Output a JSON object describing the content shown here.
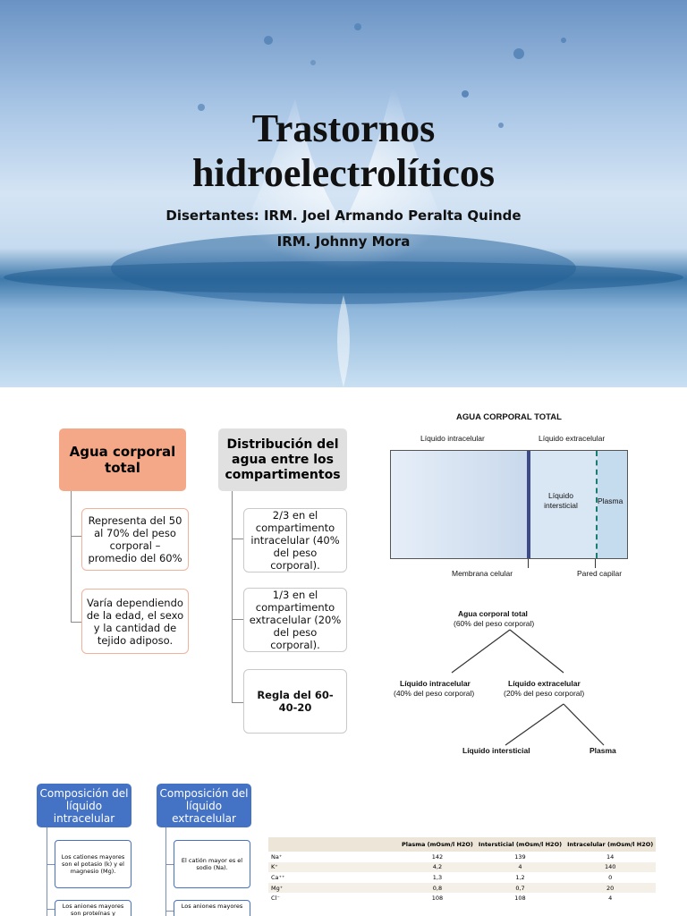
{
  "slide1": {
    "title_line1": "Trastornos",
    "title_line2": "hidroelectrolíticos",
    "presenters_line1": "Disertantes: IRM. Joel Armando Peralta Quinde",
    "presenters_line2": "IRM. Johnny Mora"
  },
  "slide2": {
    "col1": {
      "header": "Agua corporal total",
      "cards": [
        "Representa del 50 al 70% del peso corporal – promedio del 60%",
        "Varía dependiendo de la edad, el sexo y la cantidad de tejido adiposo."
      ]
    },
    "col2": {
      "header": "Distribución del agua entre los compartimentos",
      "cards": [
        "2/3 en el compartimento intracelular (40% del peso corporal).",
        "1/3 en el compartimento extracelular (20% del peso corporal).",
        "Regla del 60-40-20"
      ]
    },
    "diagram": {
      "title": "AGUA CORPORAL TOTAL",
      "label_intra": "Líquido intracelular",
      "label_extra": "Líquido extracelular",
      "label_interstitial": "Líquido intersticial",
      "label_plasma": "Plasma",
      "label_membrane": "Membrana celular",
      "label_capillary": "Pared capilar"
    },
    "tree": {
      "root": "Agua corporal total",
      "root_sub": "(60% del peso corporal)",
      "left": "Líquido intracelular",
      "left_sub": "(40% del peso corporal)",
      "right": "Líquido extracelular",
      "right_sub": "(20% del peso corporal)",
      "leaf1": "Líquido intersticial",
      "leaf2": "Plasma"
    }
  },
  "slide3": {
    "col1": {
      "header": "Composición del líquido intracelular",
      "cards": [
        "Los cationes mayores son el potasio (k) y el magnesio (Mg).",
        "Los aniones mayores son proteínas y"
      ]
    },
    "col2": {
      "header": "Composición del líquido extracelular",
      "cards": [
        "El catión mayor es el sodio (Na).",
        "Los aniones mayores"
      ]
    },
    "table": {
      "headers": [
        "",
        "Plasma (mOsm/l H2O)",
        "Intersticial (mOsm/l H2O)",
        "Intracelular (mOsm/l H2O)"
      ],
      "rows": [
        [
          "Na⁺",
          "142",
          "139",
          "14"
        ],
        [
          "K⁺",
          "4,2",
          "4",
          "140"
        ],
        [
          "Ca⁺⁺",
          "1,3",
          "1,2",
          "0"
        ],
        [
          "Mg⁺",
          "0,8",
          "0,7",
          "20"
        ],
        [
          "Cl⁻",
          "108",
          "108",
          "4"
        ]
      ]
    }
  },
  "colors": {
    "orange_header": "#f5a887",
    "gray_header": "#e0e0e0",
    "blue_header": "#4472c4"
  }
}
